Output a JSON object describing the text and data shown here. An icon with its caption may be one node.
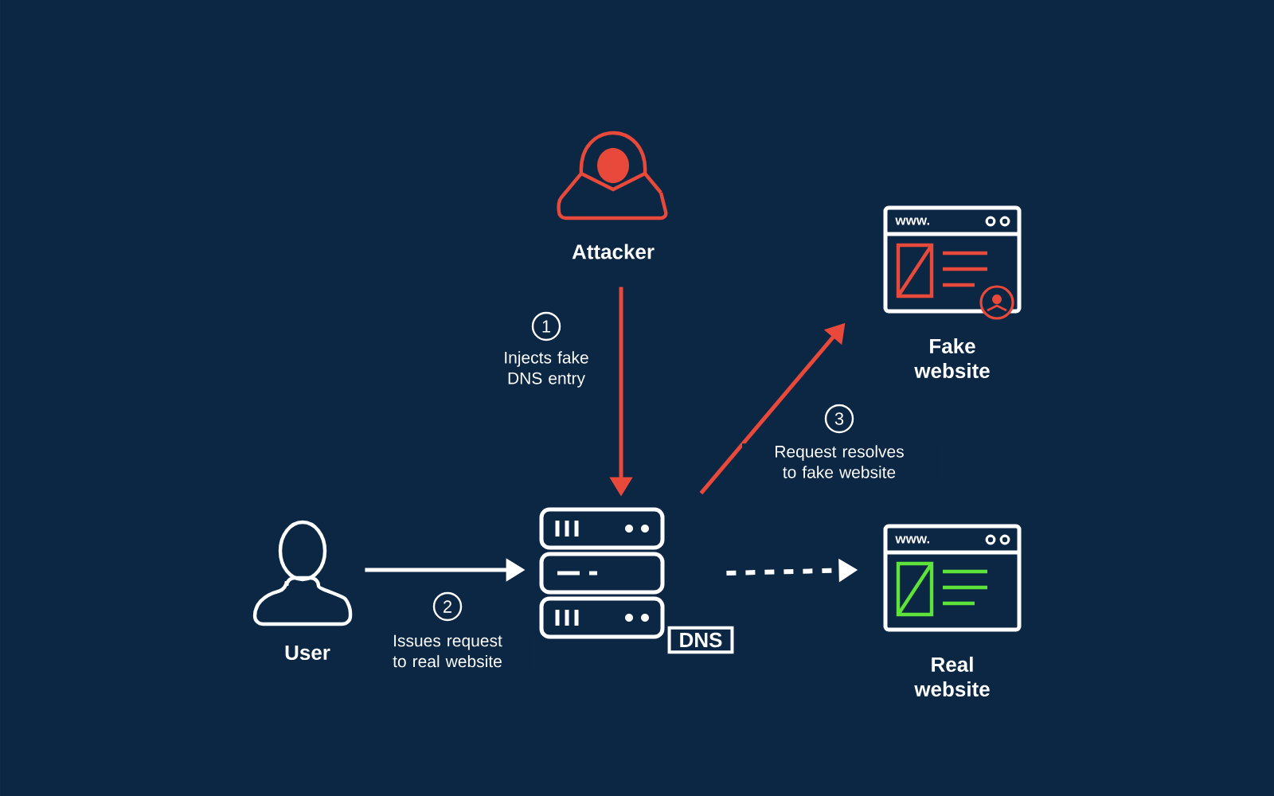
{
  "diagram": {
    "nodes": [
      {
        "text": [
          "Attacker"
        ]
      },
      {
        "text": [
          "www.",
          "Fake website"
        ]
      },
      {
        "text": [
          "User"
        ]
      },
      {
        "text": [
          "DNS"
        ]
      },
      {
        "text": [
          "www.",
          "Real website"
        ]
      }
    ],
    "edges": [
      {
        "from": 0,
        "to": 3,
        "arrow": "to",
        "label": "Injects fake DNS entry",
        "color": "#e8493a"
      },
      {
        "from": 2,
        "to": 3,
        "arrow": "to",
        "label": "Issues request to real website",
        "color": "#ffffff"
      },
      {
        "from": 3,
        "to": 1,
        "arrow": "to",
        "label": "Request resolves to fake website",
        "color": "#e8493a"
      },
      {
        "from": 3,
        "to": 4,
        "arrow": "to",
        "style": "dashed",
        "color": "#ffffff"
      }
    ],
    "labels": [
      "1",
      "3",
      "2"
    ]
  }
}
